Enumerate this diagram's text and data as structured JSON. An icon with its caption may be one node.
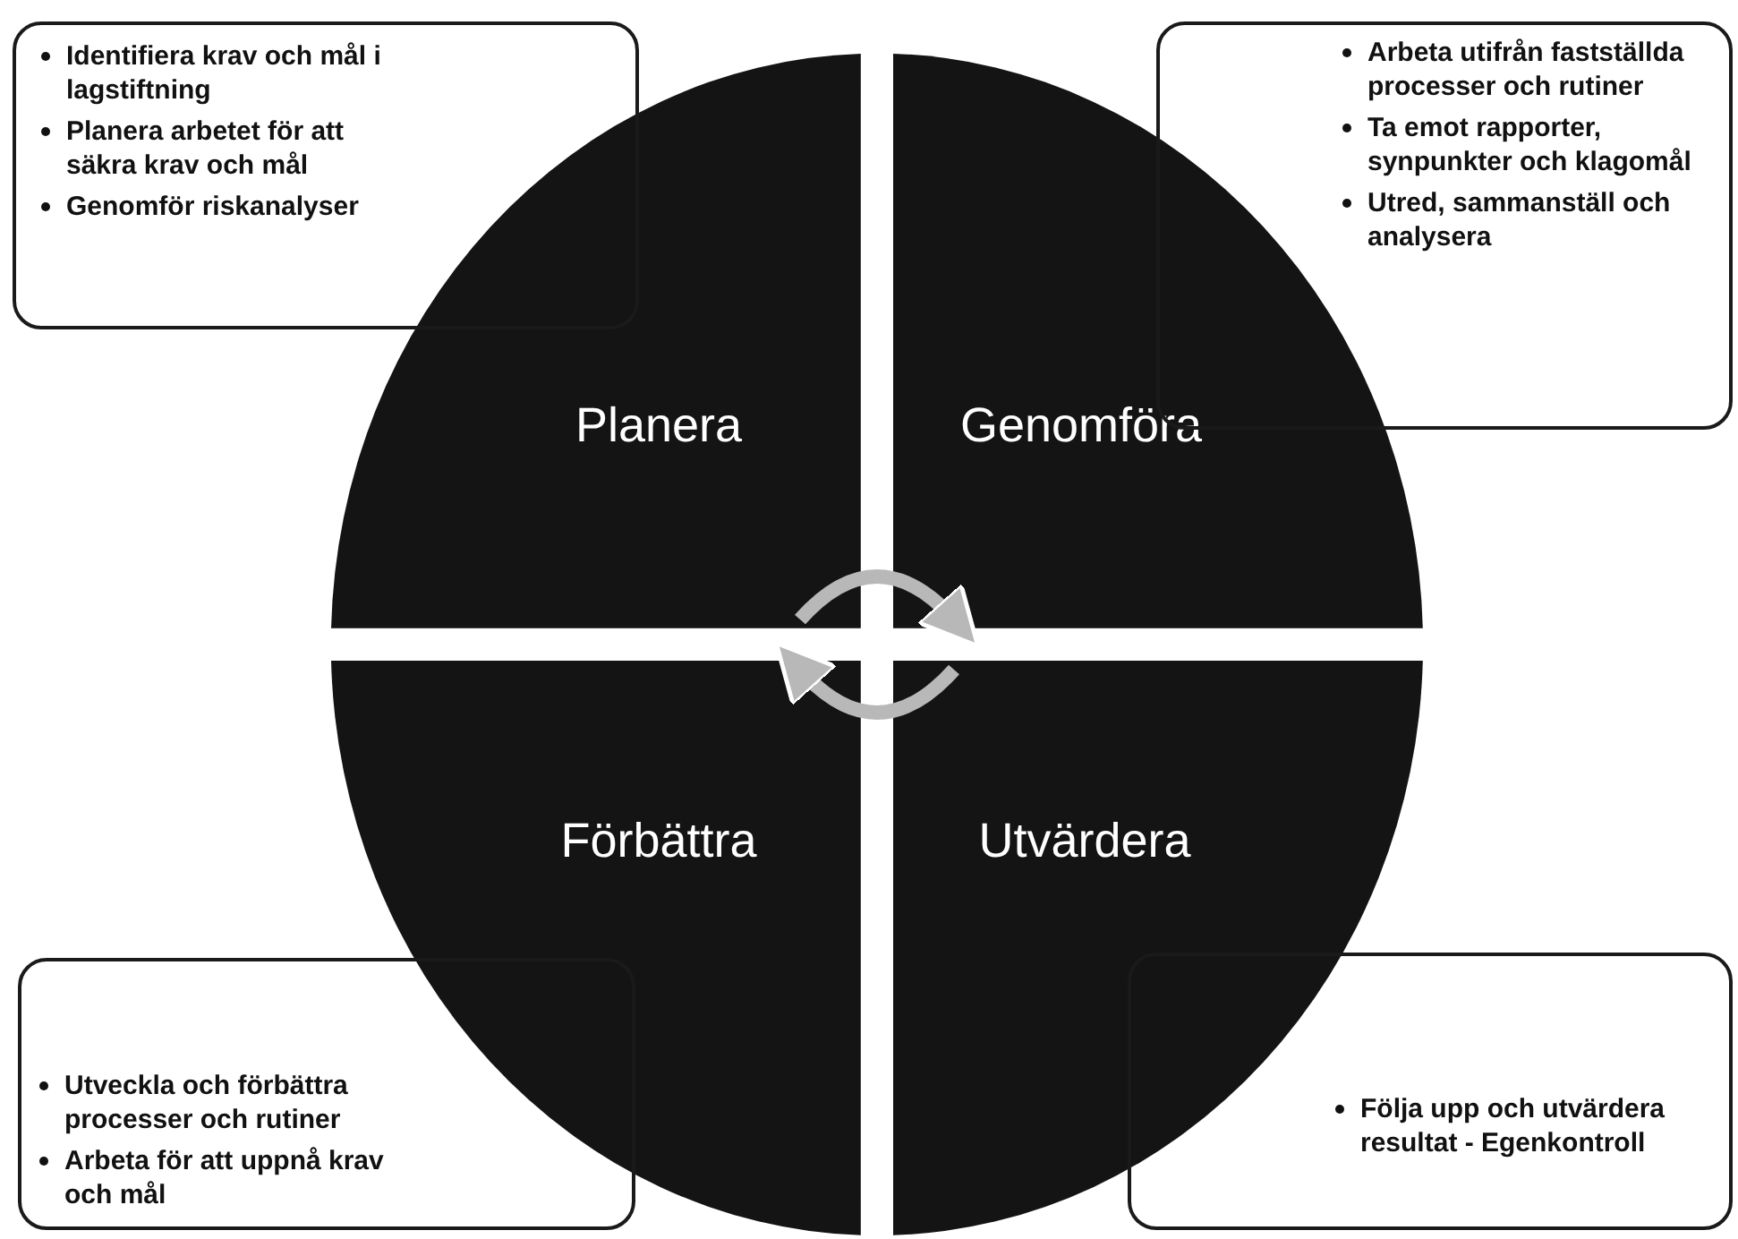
{
  "diagram": {
    "nodes": [
      {
        "text": [
          "Identifiera krav och mål i lagstiftning",
          "Planera arbetet för att säkra krav och mål",
          "Genomför riskanalyser"
        ]
      },
      {
        "text": [
          "Arbeta utifrån fastställda processer och rutiner",
          "Ta emot rapporter, synpunkter och klagomål",
          "Utred, sammanställ och analysera"
        ]
      },
      {
        "text": [
          "Planera"
        ]
      },
      {
        "text": [
          "Genomföra"
        ]
      },
      {
        "text": [
          "Förbättra"
        ]
      },
      {
        "text": [
          "Utvärdera"
        ]
      },
      {
        "text": [
          "Utveckla och förbättra processer och rutiner",
          "Arbeta för att uppnå krav och mål"
        ]
      },
      {
        "text": [
          "Följa upp och utvärdera resultat - Egenkontroll"
        ]
      }
    ],
    "edges": [
      {
        "from": 2,
        "to": 3,
        "arrow": "to"
      },
      {
        "from": 5,
        "to": 4,
        "arrow": "to"
      }
    ]
  }
}
